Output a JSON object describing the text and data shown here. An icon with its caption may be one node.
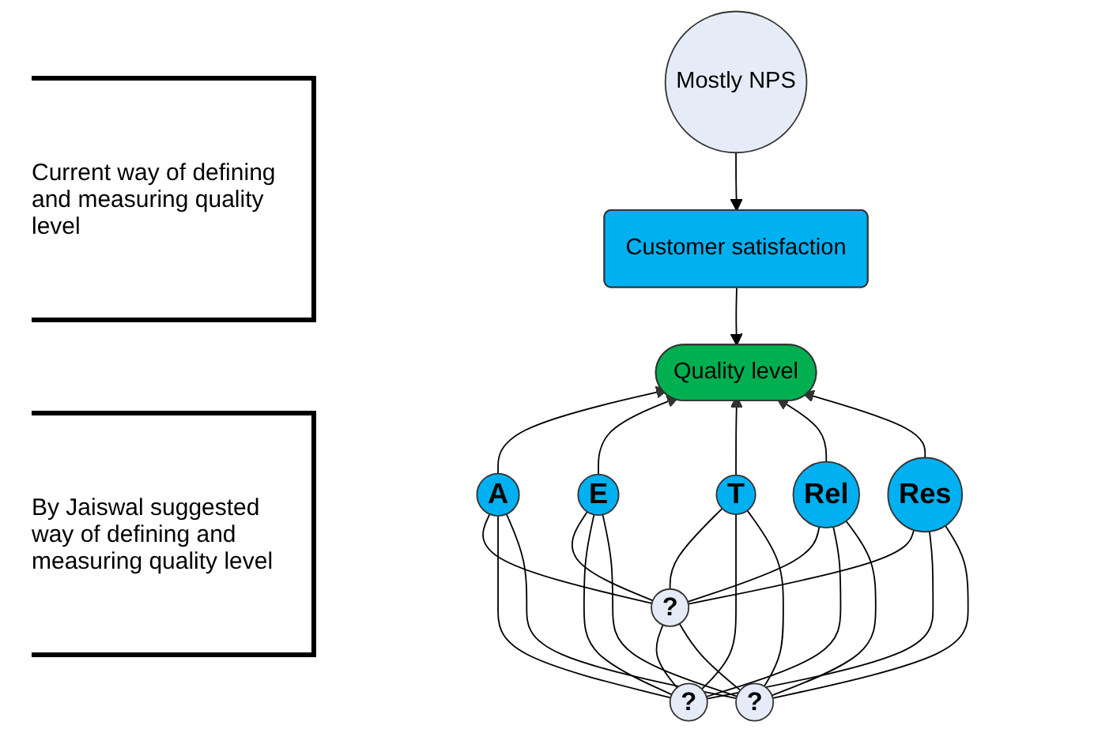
{
  "diagram": {
    "nodes": [
      {
        "text": [
          "Mostly NPS"
        ]
      },
      {
        "text": [
          "Customer satisfaction"
        ]
      },
      {
        "text": [
          "Quality level"
        ]
      },
      {
        "text": [
          "A"
        ]
      },
      {
        "text": [
          "E"
        ]
      },
      {
        "text": [
          "T"
        ]
      },
      {
        "text": [
          "Rel"
        ]
      },
      {
        "text": [
          "Res"
        ]
      },
      {
        "text": [
          "?"
        ]
      },
      {
        "text": [
          "?"
        ]
      },
      {
        "text": [
          "?"
        ]
      }
    ],
    "edges": [
      {
        "from": 0,
        "to": 1,
        "arrow": "to"
      },
      {
        "from": 1,
        "to": 2,
        "arrow": "to"
      },
      {
        "from": 3,
        "to": 2,
        "arrow": "to"
      },
      {
        "from": 4,
        "to": 2,
        "arrow": "to"
      },
      {
        "from": 5,
        "to": 2,
        "arrow": "to"
      },
      {
        "from": 6,
        "to": 2,
        "arrow": "to"
      },
      {
        "from": 7,
        "to": 2,
        "arrow": "to"
      },
      {
        "from": 3,
        "to": 8,
        "arrow": "none"
      },
      {
        "from": 3,
        "to": 9,
        "arrow": "none"
      },
      {
        "from": 3,
        "to": 10,
        "arrow": "none"
      },
      {
        "from": 4,
        "to": 8,
        "arrow": "none"
      },
      {
        "from": 4,
        "to": 9,
        "arrow": "none"
      },
      {
        "from": 4,
        "to": 10,
        "arrow": "none"
      },
      {
        "from": 5,
        "to": 8,
        "arrow": "none"
      },
      {
        "from": 5,
        "to": 9,
        "arrow": "none"
      },
      {
        "from": 5,
        "to": 10,
        "arrow": "none"
      },
      {
        "from": 6,
        "to": 8,
        "arrow": "none"
      },
      {
        "from": 6,
        "to": 9,
        "arrow": "none"
      },
      {
        "from": 6,
        "to": 10,
        "arrow": "none"
      },
      {
        "from": 7,
        "to": 8,
        "arrow": "none"
      },
      {
        "from": 7,
        "to": 9,
        "arrow": "none"
      },
      {
        "from": 7,
        "to": 10,
        "arrow": "none"
      },
      {
        "from": 8,
        "to": 9,
        "arrow": "none"
      },
      {
        "from": 8,
        "to": 10,
        "arrow": "none"
      }
    ],
    "labels": [
      "Current way of defining and measuring quality level",
      "By Jaiswal suggested way of defining and measuring quality level"
    ]
  }
}
